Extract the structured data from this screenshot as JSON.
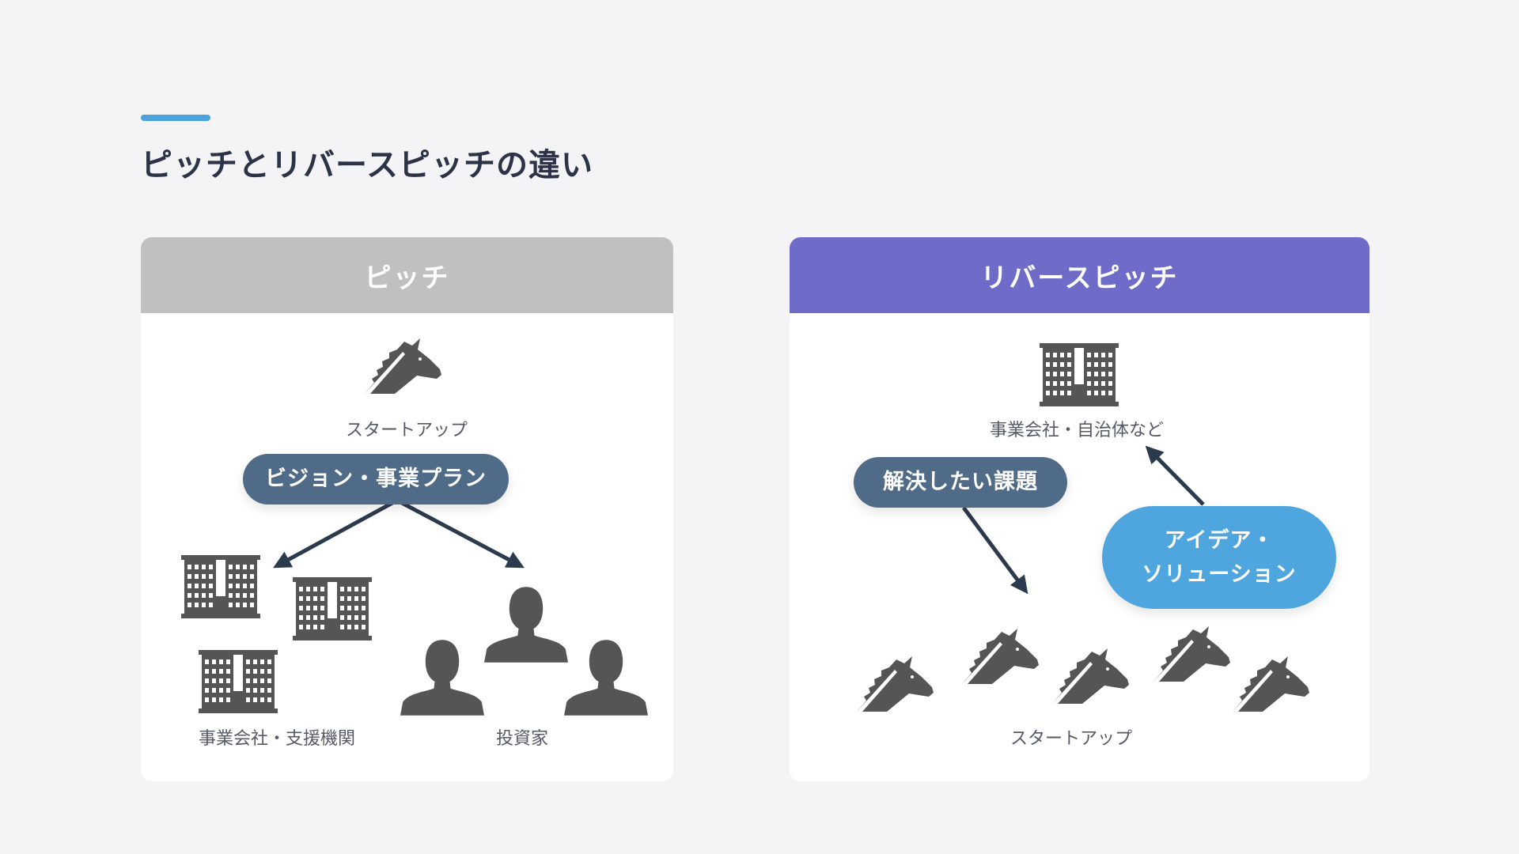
{
  "page": {
    "title": "ピッチとリバースピッチの違い"
  },
  "colors": {
    "accent": "#4aa3dc",
    "pitch_header": "#c0c0c0",
    "reverse_header": "#6e6cc8",
    "pill_dark": "#4f6b87",
    "pill_blue": "#4fa6de",
    "icon": "#555555",
    "arrow": "#2c3a4e"
  },
  "pitch": {
    "header": "ピッチ",
    "top_icon": "unicorn-icon",
    "top_label": "スタートアップ",
    "pill": "ビジョン・事業プラン",
    "left_icon": "building-icon",
    "left_label": "事業会社・支援機関",
    "right_icon": "person-icon",
    "right_label": "投資家"
  },
  "reverse": {
    "header": "リバースピッチ",
    "top_icon": "building-icon",
    "top_label": "事業会社・自治体など",
    "pill_left": "解決したい課題",
    "pill_right_line1": "アイデア・",
    "pill_right_line2": "ソリューション",
    "bottom_icon": "unicorn-icon",
    "bottom_label": "スタートアップ"
  }
}
